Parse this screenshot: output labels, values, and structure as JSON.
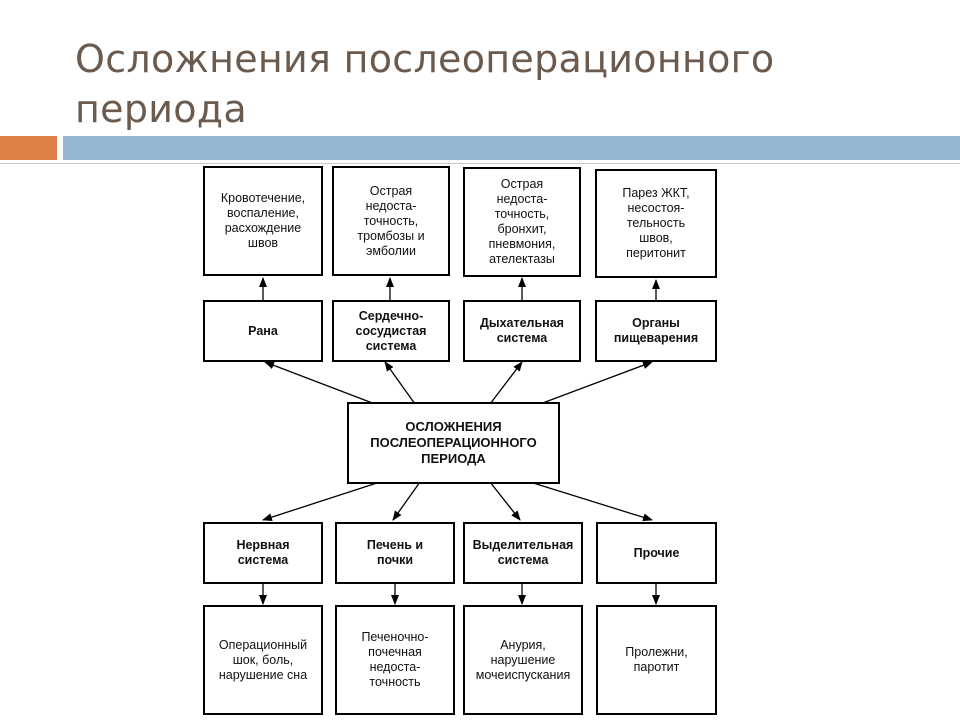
{
  "slide": {
    "title": "Осложнения послеоперационного периода",
    "colors": {
      "title": "#6b5a4e",
      "accent_orange": "#dd8047",
      "accent_blue": "#94b6d2"
    }
  },
  "diagram": {
    "center": "ОСЛОЖНЕНИЯ\nПОСЛЕОПЕРАЦИОННОГО\nПЕРИОДА",
    "top_systems": [
      "Рана",
      "Сердечно-\nсосудистая\nсистема",
      "Дыхательная\nсистема",
      "Органы\nпищеварения"
    ],
    "top_complications": [
      "Кровотечение,\nвоспаление,\nрасхождение\nшвов",
      "Острая\nнедоста-\nточность,\nтромбозы и\nэмболии",
      "Острая\nнедоста-\nточность,\nбронхит,\nпневмония,\nателектазы",
      "Парез ЖКТ,\nнесостоя-\nтельность\nшвов,\nперитонит"
    ],
    "bottom_systems": [
      "Нервная\nсистема",
      "Печень и\nпочки",
      "Выделительная\nсистема",
      "Прочие"
    ],
    "bottom_complications": [
      "Операционный\nшок, боль,\nнарушение сна",
      "Печеночно-\nпочечная\nнедоста-\nточность",
      "Анурия,\nнарушение\nмочеиспускания",
      "Пролежни,\nпаротит"
    ]
  }
}
